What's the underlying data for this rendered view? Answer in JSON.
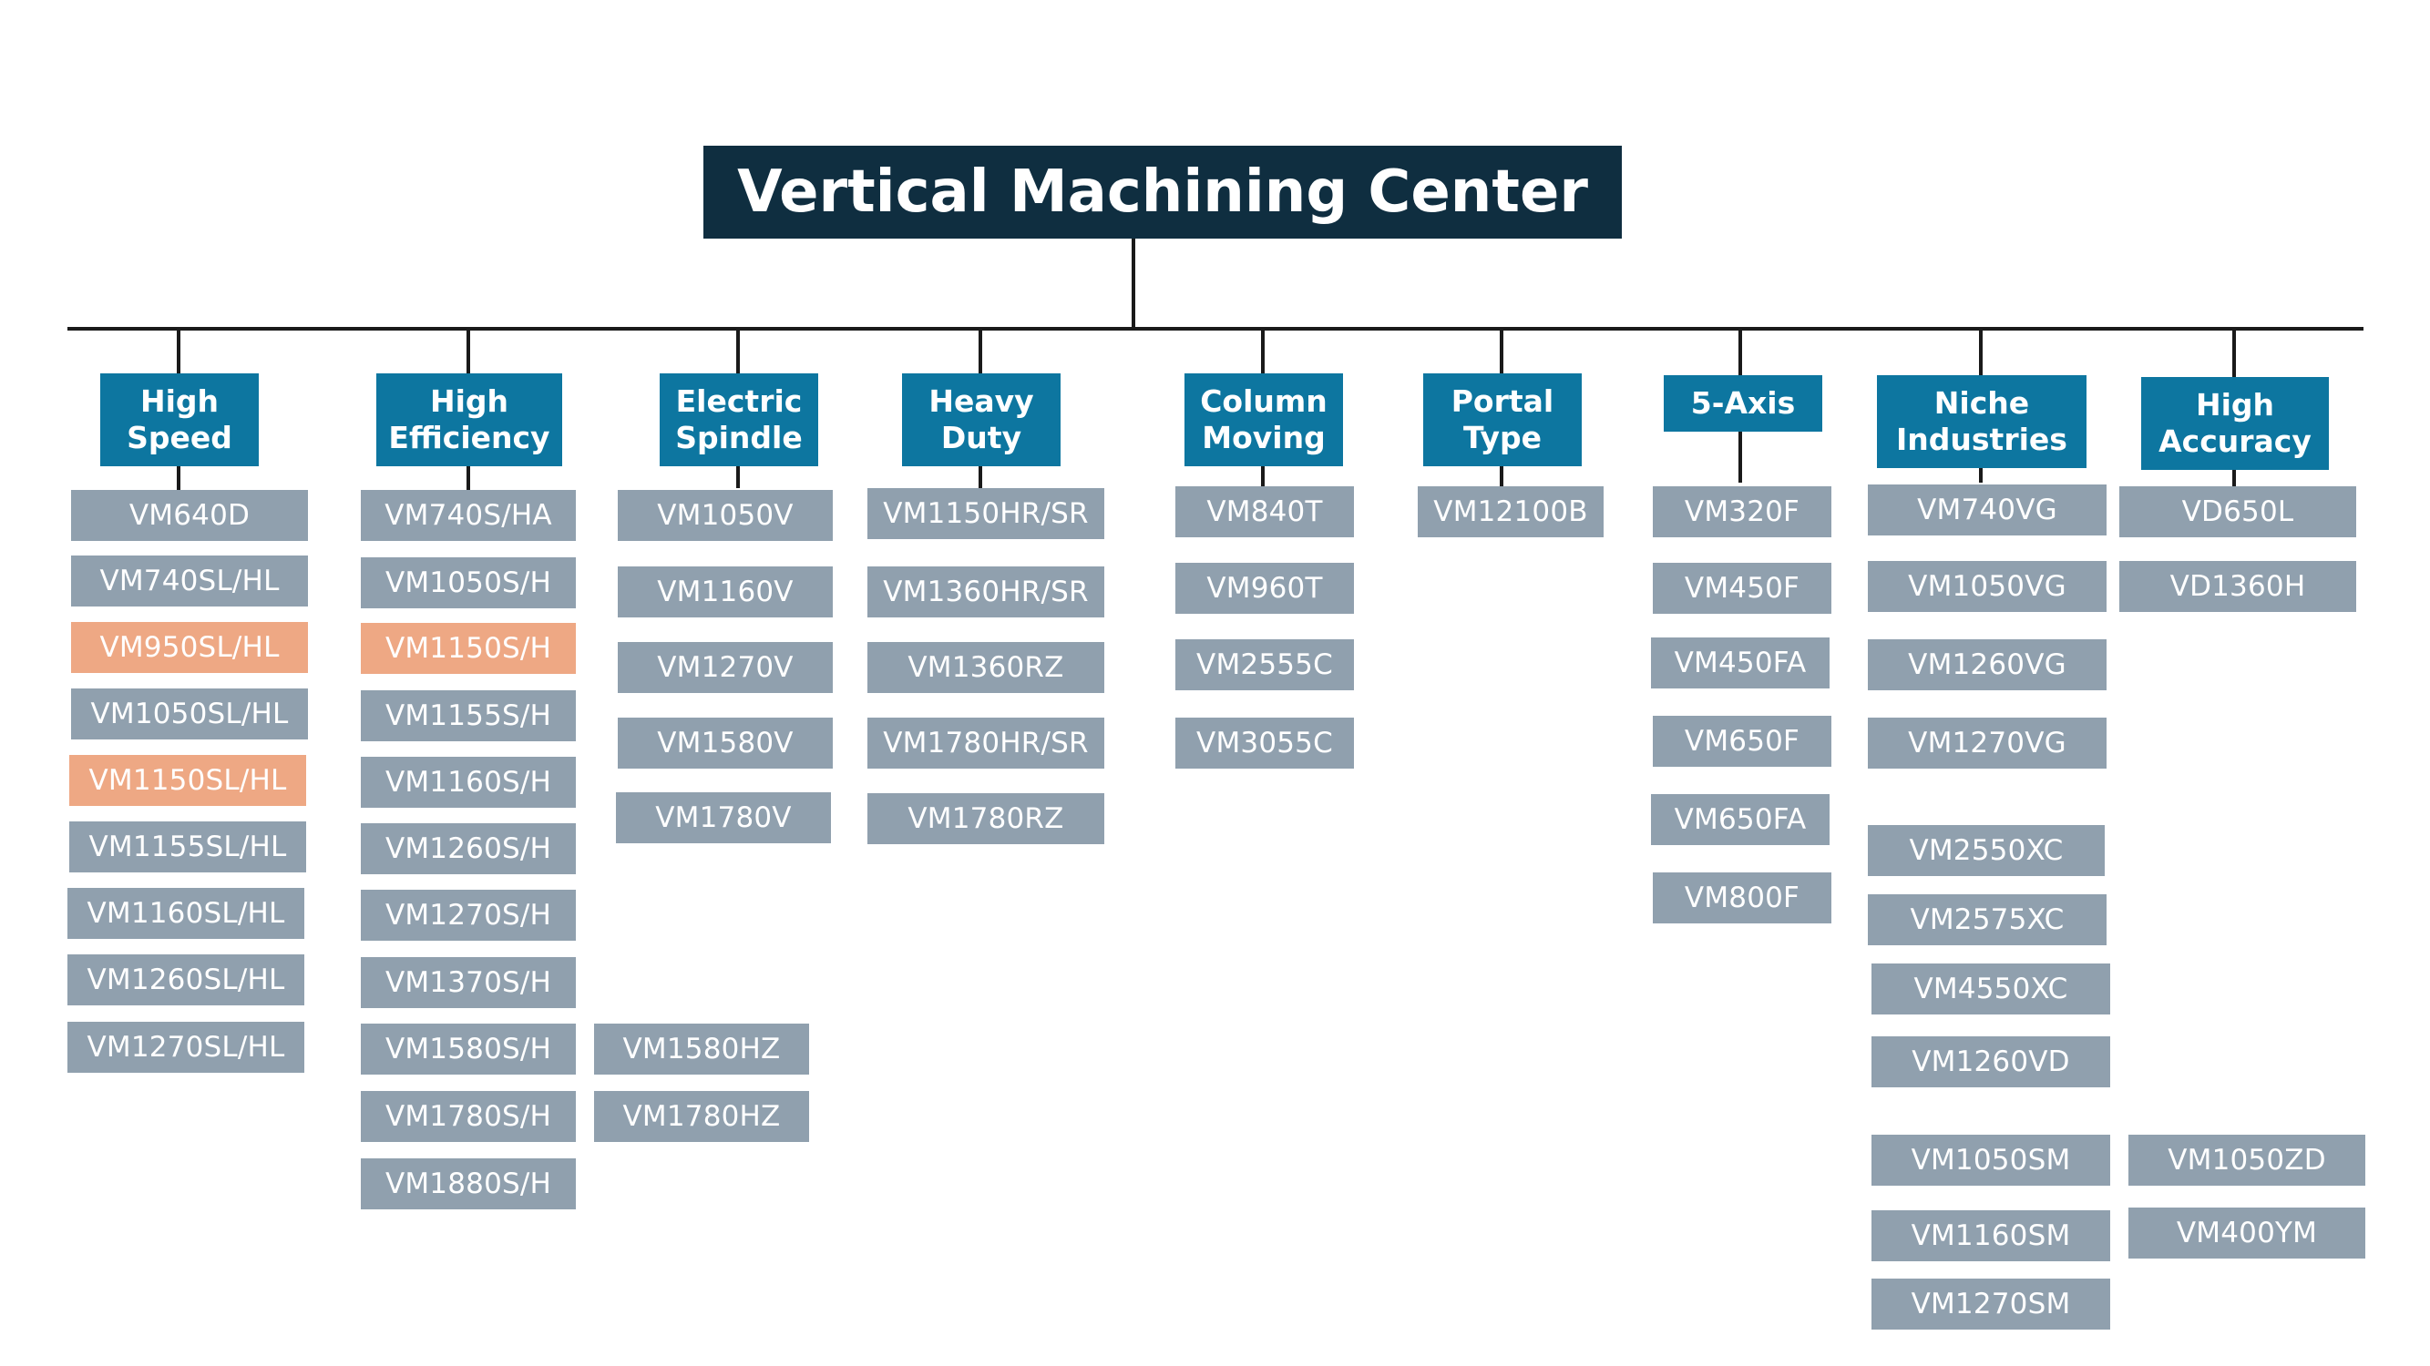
{
  "title": "Vertical Machining Center",
  "colors": {
    "title_bg": "#0f2e40",
    "category_bg": "#0d76a0",
    "item_bg": "#90a0ae",
    "highlight_bg": "#eea884",
    "connector": "#1a1a1a",
    "text": "#ffffff"
  },
  "categories": [
    {
      "id": "high-speed",
      "label": "High\nSpeed",
      "items": [
        {
          "label": "VM640D"
        },
        {
          "label": "VM740SL/HL"
        },
        {
          "label": "VM950SL/HL",
          "highlight": true
        },
        {
          "label": "VM1050SL/HL"
        },
        {
          "label": "VM1150SL/HL",
          "highlight": true
        },
        {
          "label": "VM1155SL/HL"
        },
        {
          "label": "VM1160SL/HL"
        },
        {
          "label": "VM1260SL/HL"
        },
        {
          "label": "VM1270SL/HL"
        }
      ]
    },
    {
      "id": "high-efficiency",
      "label": "High\nEfficiency",
      "items": [
        {
          "label": "VM740S/HA"
        },
        {
          "label": "VM1050S/H"
        },
        {
          "label": "VM1150S/H",
          "highlight": true
        },
        {
          "label": "VM1155S/H"
        },
        {
          "label": "VM1160S/H"
        },
        {
          "label": "VM1260S/H"
        },
        {
          "label": "VM1270S/H"
        },
        {
          "label": "VM1370S/H"
        },
        {
          "label": "VM1580S/H"
        },
        {
          "label": "VM1780S/H"
        },
        {
          "label": "VM1880S/H"
        }
      ]
    },
    {
      "id": "electric-spindle",
      "label": "Electric\nSpindle",
      "items": [
        {
          "label": "VM1050V"
        },
        {
          "label": "VM1160V"
        },
        {
          "label": "VM1270V"
        },
        {
          "label": "VM1580V"
        },
        {
          "label": "VM1780V"
        },
        {
          "label": "VM1580HZ"
        },
        {
          "label": "VM1780HZ"
        }
      ]
    },
    {
      "id": "heavy-duty",
      "label": "Heavy\nDuty",
      "items": [
        {
          "label": "VM1150HR/SR"
        },
        {
          "label": "VM1360HR/SR"
        },
        {
          "label": "VM1360RZ"
        },
        {
          "label": "VM1780HR/SR"
        },
        {
          "label": "VM1780RZ"
        }
      ]
    },
    {
      "id": "column-moving",
      "label": "Column\nMoving",
      "items": [
        {
          "label": "VM840T"
        },
        {
          "label": "VM960T"
        },
        {
          "label": "VM2555C"
        },
        {
          "label": "VM3055C"
        }
      ]
    },
    {
      "id": "portal-type",
      "label": "Portal\nType",
      "items": [
        {
          "label": "VM12100B"
        }
      ]
    },
    {
      "id": "five-axis",
      "label": "5-Axis",
      "items": [
        {
          "label": "VM320F"
        },
        {
          "label": "VM450F"
        },
        {
          "label": "VM450FA"
        },
        {
          "label": "VM650F"
        },
        {
          "label": "VM650FA"
        },
        {
          "label": "VM800F"
        }
      ]
    },
    {
      "id": "niche-industries",
      "label": "Niche\nIndustries",
      "items": [
        {
          "label": "VM740VG"
        },
        {
          "label": "VM1050VG"
        },
        {
          "label": "VM1260VG"
        },
        {
          "label": "VM1270VG"
        },
        {
          "label": "VM2550XC"
        },
        {
          "label": "VM2575XC"
        },
        {
          "label": "VM4550XC"
        },
        {
          "label": "VM1260VD"
        },
        {
          "label": "VM1050SM"
        },
        {
          "label": "VM1160SM"
        },
        {
          "label": "VM1270SM"
        }
      ]
    },
    {
      "id": "high-accuracy",
      "label": "High\nAccuracy",
      "items": [
        {
          "label": "VD650L"
        },
        {
          "label": "VD1360H"
        },
        {
          "label": "VM1050ZD"
        },
        {
          "label": "VM400YM"
        }
      ]
    }
  ]
}
